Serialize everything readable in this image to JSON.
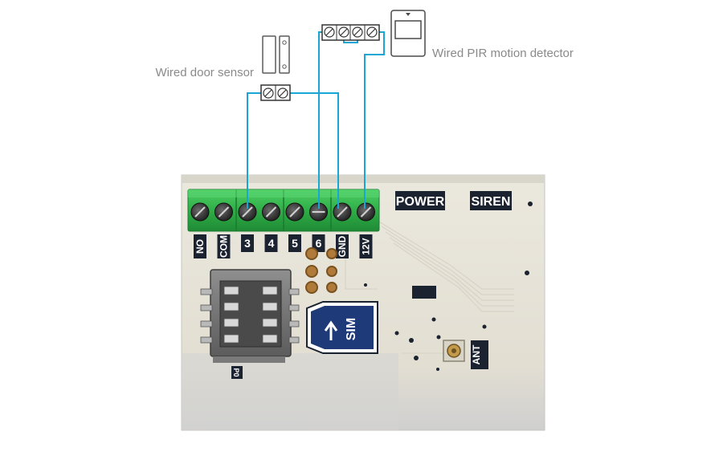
{
  "labels": {
    "door_sensor": "Wired door sensor",
    "pir_detector": "Wired PIR motion detector"
  },
  "board": {
    "pins": [
      "NO",
      "COM",
      "3",
      "4",
      "5",
      "6",
      "GND",
      "12V"
    ],
    "power": "POWER",
    "siren": "SIREN",
    "sim": "SIM",
    "ant": "ANT",
    "marking": "P0"
  },
  "colors": {
    "wire": "#1aa6d4",
    "terminal_green": "#2fae47",
    "board": "#e6e2d6",
    "text_gray": "#8a8a8a",
    "silkscreen_bg": "#1c2330",
    "sim_blue": "#1f3a78"
  }
}
